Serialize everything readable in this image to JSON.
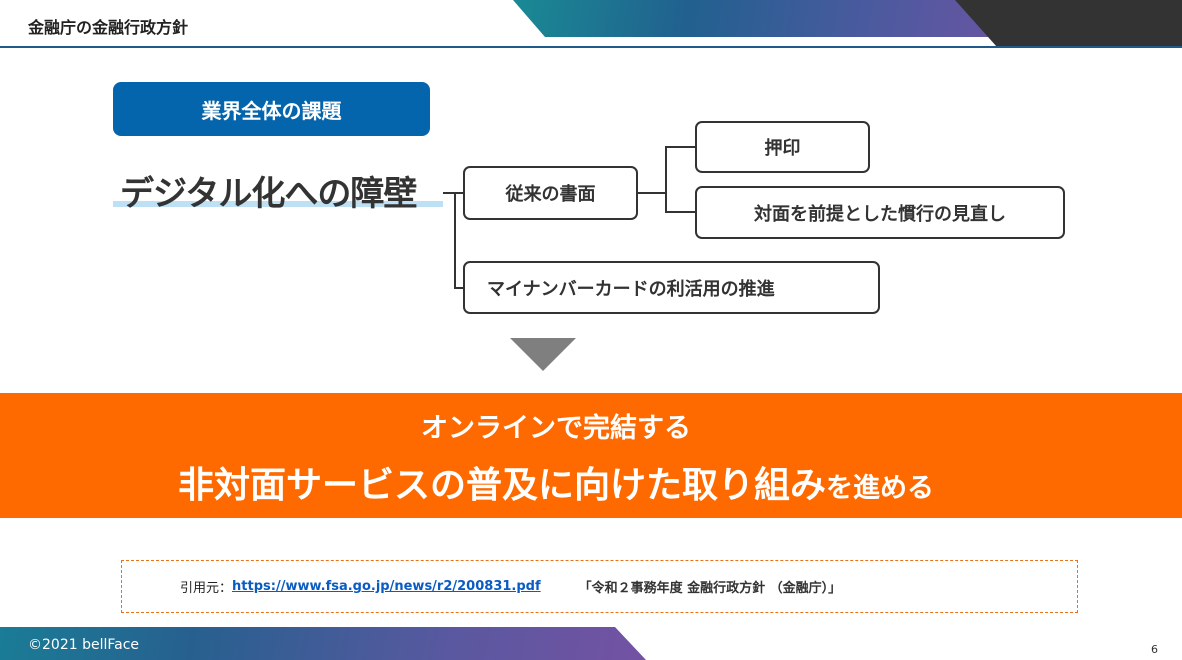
{
  "header": {
    "title": "金融庁の金融行政方針"
  },
  "section_label": "業界全体の課題",
  "main_topic": "デジタル化への障壁",
  "tree": {
    "paper": "従来の書面",
    "seal": "押印",
    "face": "対面を前提とした慣行の見直し",
    "mynumber": "マイナンバーカードの利活用の推進"
  },
  "banner": {
    "line1": "オンラインで完結する",
    "line2_main": "非対面サービスの普及に向けた取り組み",
    "line2_suffix": "を進める"
  },
  "source": {
    "label": "引用元：",
    "url": "https://www.fsa.go.jp/news/r2/200831.pdf",
    "title": "「令和２事務年度 金融行政方針 （金融庁）」"
  },
  "footer": {
    "copyright": "©2021 bellFace",
    "page": "6"
  },
  "colors": {
    "accent_blue": "#0565ac",
    "orange": "#ff6a00"
  }
}
